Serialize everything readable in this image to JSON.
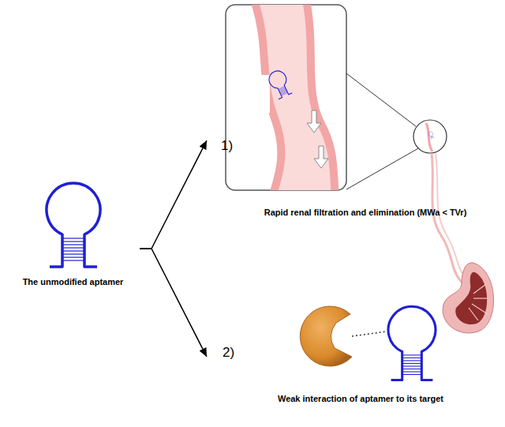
{
  "diagram": {
    "nodes": [
      {
        "text": [
          "The unmodified aptamer"
        ]
      },
      {
        "text": [
          "1)",
          "Rapid renal filtration and elimination (MWa < TVr)"
        ]
      },
      {
        "text": [
          "2)",
          "Weak interaction of aptamer to its target"
        ]
      }
    ],
    "edges": [
      {
        "from": 0,
        "to": 1,
        "arrow": "to"
      },
      {
        "from": 0,
        "to": 2,
        "arrow": "to"
      }
    ]
  }
}
